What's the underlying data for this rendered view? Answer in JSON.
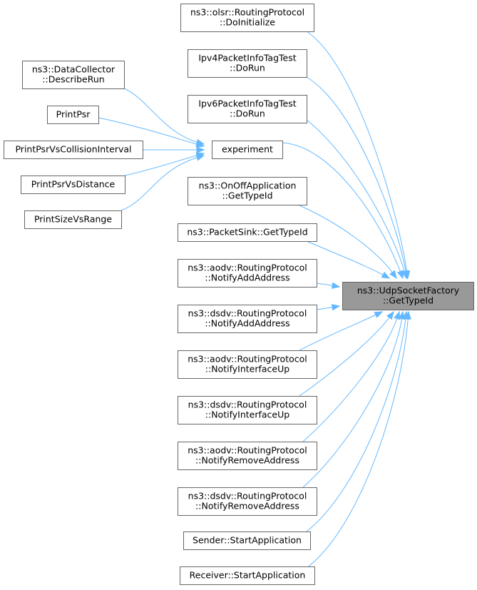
{
  "nodes": [
    {
      "id": "udp",
      "lines": [
        "ns3::UdpSocketFactory",
        "::GetTypeId"
      ],
      "highlighted": true
    },
    {
      "id": "experiment",
      "lines": [
        "experiment"
      ]
    },
    {
      "id": "olsr",
      "lines": [
        "ns3::olsr::RoutingProtocol",
        "::DoInitialize"
      ]
    },
    {
      "id": "ipv4",
      "lines": [
        "Ipv4PacketInfoTagTest",
        "::DoRun"
      ]
    },
    {
      "id": "ipv6",
      "lines": [
        "Ipv6PacketInfoTagTest",
        "::DoRun"
      ]
    },
    {
      "id": "onoff",
      "lines": [
        "ns3::OnOffApplication",
        "::GetTypeId"
      ]
    },
    {
      "id": "sink",
      "lines": [
        "ns3::PacketSink::GetTypeId"
      ]
    },
    {
      "id": "aodv_add",
      "lines": [
        "ns3::aodv::RoutingProtocol",
        "::NotifyAddAddress"
      ]
    },
    {
      "id": "dsdv_add",
      "lines": [
        "ns3::dsdv::RoutingProtocol",
        "::NotifyAddAddress"
      ]
    },
    {
      "id": "aodv_up",
      "lines": [
        "ns3::aodv::RoutingProtocol",
        "::NotifyInterfaceUp"
      ]
    },
    {
      "id": "dsdv_up",
      "lines": [
        "ns3::dsdv::RoutingProtocol",
        "::NotifyInterfaceUp"
      ]
    },
    {
      "id": "aodv_rem",
      "lines": [
        "ns3::aodv::RoutingProtocol",
        "::NotifyRemoveAddress"
      ]
    },
    {
      "id": "dsdv_rem",
      "lines": [
        "ns3::dsdv::RoutingProtocol",
        "::NotifyRemoveAddress"
      ]
    },
    {
      "id": "sender",
      "lines": [
        "Sender::StartApplication"
      ]
    },
    {
      "id": "receiver",
      "lines": [
        "Receiver::StartApplication"
      ]
    },
    {
      "id": "dc",
      "lines": [
        "ns3::DataCollector",
        "::DescribeRun"
      ]
    },
    {
      "id": "psr",
      "lines": [
        "PrintPsr"
      ]
    },
    {
      "id": "psr_ci",
      "lines": [
        "PrintPsrVsCollisionInterval"
      ]
    },
    {
      "id": "psr_d",
      "lines": [
        "PrintPsrVsDistance"
      ]
    },
    {
      "id": "size_r",
      "lines": [
        "PrintSizeVsRange"
      ]
    }
  ],
  "edges": [
    {
      "from": "olsr",
      "to": "udp"
    },
    {
      "from": "ipv4",
      "to": "udp"
    },
    {
      "from": "ipv6",
      "to": "udp"
    },
    {
      "from": "experiment",
      "to": "udp"
    },
    {
      "from": "onoff",
      "to": "udp"
    },
    {
      "from": "sink",
      "to": "udp"
    },
    {
      "from": "aodv_add",
      "to": "udp"
    },
    {
      "from": "dsdv_add",
      "to": "udp"
    },
    {
      "from": "aodv_up",
      "to": "udp"
    },
    {
      "from": "dsdv_up",
      "to": "udp"
    },
    {
      "from": "aodv_rem",
      "to": "udp"
    },
    {
      "from": "dsdv_rem",
      "to": "udp"
    },
    {
      "from": "sender",
      "to": "udp"
    },
    {
      "from": "receiver",
      "to": "udp"
    },
    {
      "from": "dc",
      "to": "experiment"
    },
    {
      "from": "psr",
      "to": "experiment"
    },
    {
      "from": "psr_ci",
      "to": "experiment"
    },
    {
      "from": "psr_d",
      "to": "experiment"
    },
    {
      "from": "size_r",
      "to": "experiment"
    }
  ],
  "colors": {
    "edge": "#63b8ff",
    "node_border": "#666666",
    "node_fill": "#ffffff",
    "highlight_fill": "#999999"
  }
}
